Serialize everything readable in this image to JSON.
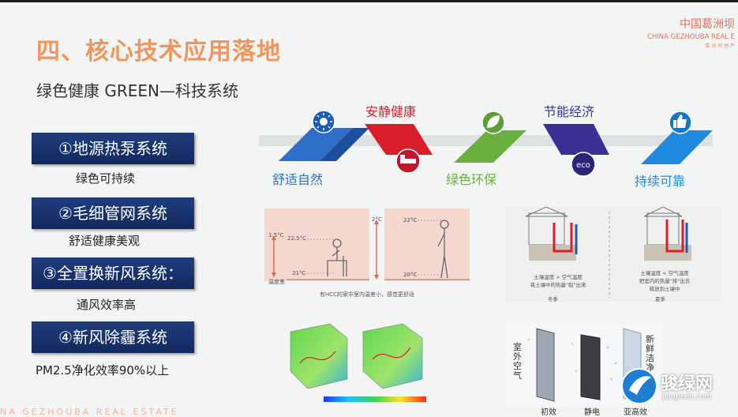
{
  "slide": {
    "title": "四、核心技术应用落地",
    "subtitle": "绿色健康 GREEN—科技系统"
  },
  "brand": {
    "name_cn": "中国葛洲坝",
    "name_en": "CHINA GEZHOUBA REAL E",
    "tagline": "葛 洲 坝 地 产"
  },
  "systems": [
    {
      "label": "①地源热泵系统",
      "desc": "绿色可持续"
    },
    {
      "label": "②毛细管网系统",
      "desc": "舒适健康美观"
    },
    {
      "label": "③全置换新风系统：",
      "desc": "通风效率高"
    },
    {
      "label": "④新风除霾系统",
      "desc": "PM2.5净化效率90%以上"
    }
  ],
  "features": {
    "top": [
      "安静健康",
      "节能经济"
    ],
    "bottom": [
      "舒适自然",
      "绿色环保",
      "持续可靠"
    ],
    "colors": {
      "blue": "#2f6fc9",
      "red": "#d81e2a",
      "green": "#6ab03e",
      "purple": "#3a2f92",
      "light_blue": "#1f8ae0"
    },
    "icons": [
      "sun-icon",
      "bed-icon",
      "leaf-icon",
      "eco-icon",
      "thumbs-up-icon"
    ],
    "eco_text": "eco"
  },
  "temperature_diagram": {
    "left_diff": "1.5°C",
    "left_high": "22.5°C",
    "left_low": "21°C",
    "left_floor": "温度差",
    "right_diff": "2°C",
    "right_high": "22°C",
    "right_low": "20°C",
    "caption": "有HCC的家中室内温差小，感觉更舒适"
  },
  "ground_source": {
    "winter_text": "土壤温度 > 空气温度\n将土壤中的热量\"取\"出来",
    "winter_label": "冬季",
    "summer_text": "土壤温度 < 空气温度\n把室内的热量\"排\"出去\n释放到土壤中",
    "summer_label": "夏季"
  },
  "filter": {
    "outside": "室外空气",
    "fresh": "新鲜洁净",
    "stages": [
      "初效",
      "静电",
      "亚高效"
    ]
  },
  "footer": "NA GEZHOUBA REAL ESTATE",
  "watermark": {
    "name": "骏绿网",
    "url": "Jungreen.com"
  }
}
